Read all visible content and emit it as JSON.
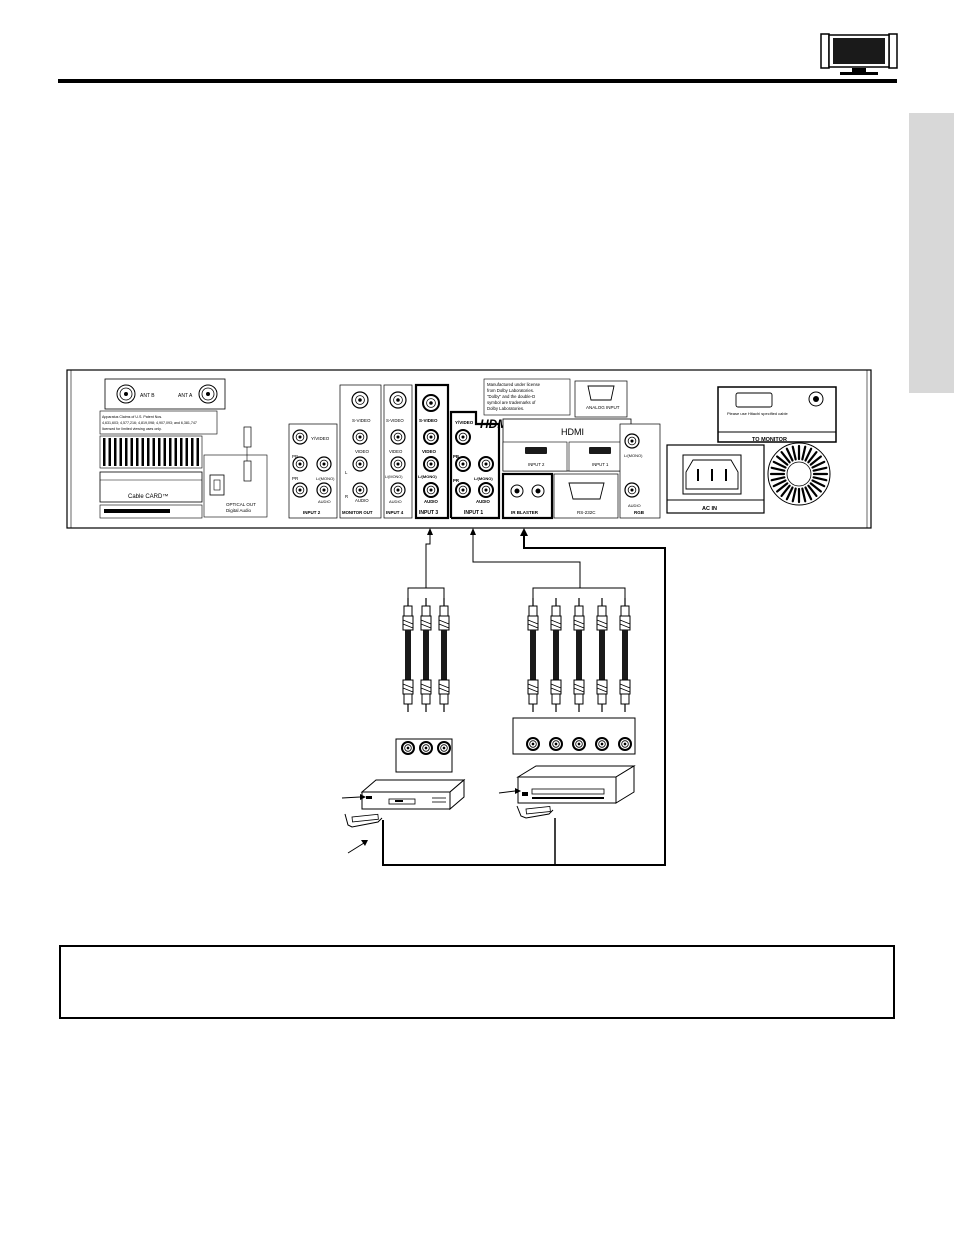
{
  "panel": {
    "ant_b": "ANT B",
    "ant_a": "ANT A",
    "patent_lines": [
      "Apparatus Claims of U.S. Patent Nos.",
      "4,631,603; 4,577,216; 4,819,098; 4,907,093; and 6,381,747",
      "licensed for limited viewing uses only."
    ],
    "cable_card": "Cable CARD™",
    "optical_out_1": "OPTICAL OUT",
    "optical_out_2": "Digital Audio",
    "input2": "INPUT 2",
    "monitor_out": "MONITOR OUT",
    "input4": "INPUT 4",
    "input3": "INPUT 3",
    "input1": "INPUT 1",
    "ir_blaster": "IR BLASTER",
    "rs232c": "RS-232C",
    "rgb": "RGB",
    "ac_in": "AC IN",
    "to_monitor": "TO MONITOR",
    "monitor_note": "Please use Hitachi specified cable",
    "analog_input": "ANALOG INPUT",
    "hdmi_logo": "HDMI",
    "hdmi_text": "HDMI",
    "hdmi_input2": "INPUT 2",
    "hdmi_input1": "INPUT 1",
    "dolby_lines": [
      "Manufactured under license",
      "from Dolby Laboratories.",
      "\"Dolby\" and the double-D",
      "symbol are trademarks of",
      "Dolby Laboratories."
    ],
    "s_video": "S-VIDEO",
    "video": "VIDEO",
    "y_video": "Y/VIDEO",
    "l_mono": "L/(MONO)",
    "audio": "AUDIO",
    "pb": "PB",
    "pr": "PR",
    "l": "L",
    "r": "R"
  },
  "note": ""
}
